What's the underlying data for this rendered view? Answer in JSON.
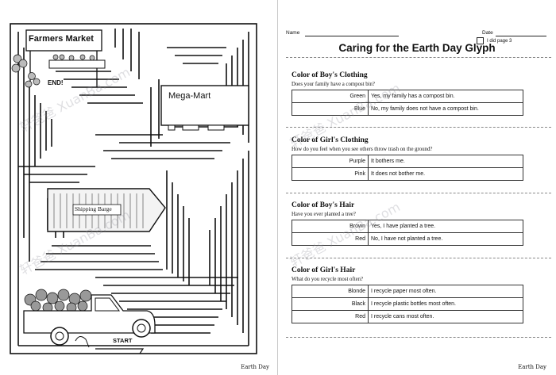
{
  "left_page": {
    "maze": {
      "farmers_market_sign": "Farmers Market",
      "end_label": "END!",
      "mega_mart_label": "Mega-Mart",
      "shipping_barge_label": "Shipping Barge",
      "start_label": "START"
    },
    "footer": "Earth Day"
  },
  "right_page": {
    "name_label": "Name",
    "date_label": "Date",
    "did_page_label": "I did page 3",
    "title": "Caring for the Earth Day Glyph",
    "sections": [
      {
        "heading": "Color of Boy's Clothing",
        "question": "Does your family have a compost bin?",
        "options": [
          {
            "color": "Green",
            "answer": "Yes, my family has a compost bin."
          },
          {
            "color": "Blue",
            "answer": "No, my family does not have a compost bin."
          }
        ]
      },
      {
        "heading": "Color of Girl's Clothing",
        "question": "How do you feel when you see others throw trash on the ground?",
        "options": [
          {
            "color": "Purple",
            "answer": "It bothers me."
          },
          {
            "color": "Pink",
            "answer": "It does not bother me."
          }
        ]
      },
      {
        "heading": "Color of Boy's Hair",
        "question": "Have you ever planted a tree?",
        "options": [
          {
            "color": "Brown",
            "answer": "Yes, I have planted a tree."
          },
          {
            "color": "Red",
            "answer": "No, I have not planted a tree."
          }
        ]
      },
      {
        "heading": "Color of Girl's Hair",
        "question": "What do you recycle most often?",
        "options": [
          {
            "color": "Blonde",
            "answer": "I recycle paper most often."
          },
          {
            "color": "Black",
            "answer": "I recycle plastic bottles most often."
          },
          {
            "color": "Red",
            "answer": "I recycle cans most often."
          }
        ]
      }
    ],
    "footer": "Earth Day"
  },
  "watermark": "轩爸爸 XuanBa.com"
}
